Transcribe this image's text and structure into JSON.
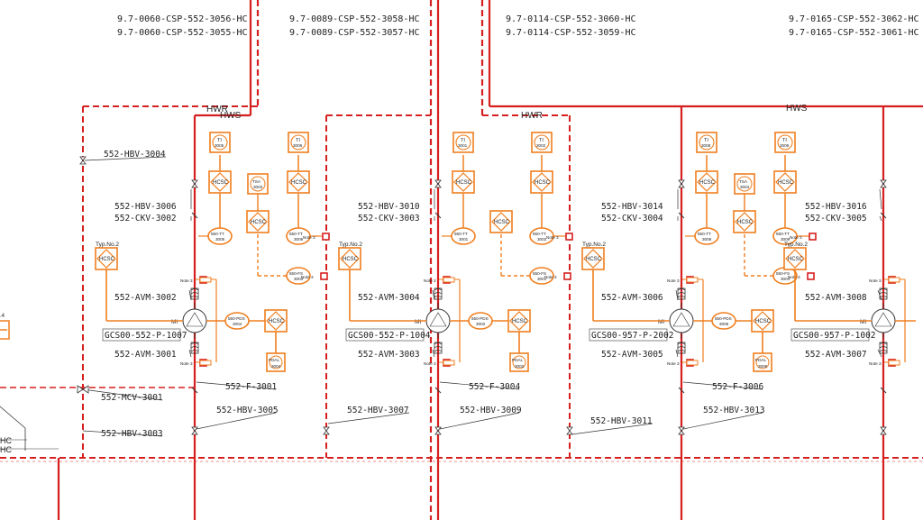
{
  "header_lines": [
    {
      "a": "9.7-0060-CSP-552-3056-HC",
      "b": "9.7-0060-CSP-552-3055-HC"
    },
    {
      "a": "9.7-0089-CSP-552-3058-HC",
      "b": "9.7-0089-CSP-552-3057-HC"
    },
    {
      "a": "9.7-0114-CSP-552-3060-HC",
      "b": "9.7-0114-CSP-552-3059-HC"
    },
    {
      "a": "9.7-0165-CSP-552-3062-HC",
      "b": "9.7-0165-CSP-552-3061-HC"
    }
  ],
  "headers": {
    "hwr": "HWR",
    "hws": "HWS"
  },
  "left_edge": {
    "hc1": "HC",
    "hc2": "HC",
    "partial": ".4"
  },
  "common": {
    "typ": "Typ.No.2",
    "note": "Note 3",
    "mi": "MI",
    "ti": "TI",
    "tsa": "TSA",
    "hcsc": "HCSC",
    "pdal": "PDAL"
  },
  "units": [
    {
      "hbv_upper": "552-HBV-3006",
      "ckv": "552-CKV-3002",
      "avm_top": "552-AVM-3002",
      "avm_bot": "552-AVM-3001",
      "pump": "GCS00-552-P-1007",
      "filter": "552-F-3001",
      "hbv_lower": "552-HBV-3005",
      "hbv_side": "552-HBV-3004",
      "mcv": "552-MCV-3001",
      "hbv_side2": "552-HBV-3003",
      "ti_a": "3006",
      "ti_b": "3005",
      "tt_a": "550-TT 3006",
      "tt_b": "550-TT 3005",
      "fs": "550-FS 3003",
      "pdi": "550-PDS 3004",
      "pdal": "3004",
      "tsa": "3003"
    },
    {
      "hbv_upper": "552-HBV-3010",
      "ckv": "552-CKV-3003",
      "avm_top": "552-AVM-3004",
      "avm_bot": "552-AVM-3003",
      "pump": "GCS00-552-P-1004",
      "filter": "552-F-3004",
      "hbv_lower": "552-HBV-3009",
      "hbv_side": "552-HBV-3007",
      "ti_a": "3002",
      "ti_b": "3001",
      "tt_a": "550-TT 3002",
      "tt_b": "550-TT 3001",
      "fs": "550-FS 3001",
      "pdi": "550-PDS 3002",
      "pdal": "3002"
    },
    {
      "hbv_upper": "552-HBV-3014",
      "ckv": "552-CKV-3004",
      "avm_top": "552-AVM-3006",
      "avm_bot": "552-AVM-3005",
      "pump": "GCS00-957-P-2002",
      "filter": "552-F-3006",
      "hbv_lower": "552-HBV-3013",
      "hbv_side": "552-HBV-3011",
      "ti_a": "3009",
      "ti_b": "3008",
      "tt_a": "550-TT 3009",
      "tt_b": "550-TT 3008",
      "fs": "550-FS 3004",
      "pdi": "550-PDS 3006",
      "pdal": "3006",
      "tsa": "3004"
    },
    {
      "hbv_upper": "552-HBV-3016",
      "ckv": "552-CKV-3005",
      "avm_top": "552-AVM-3008",
      "avm_bot": "552-AVM-3007",
      "pump": "GCS00-957-P-1002",
      "ti_a": "3007",
      "tt_a": "550-TT 3007"
    }
  ]
}
